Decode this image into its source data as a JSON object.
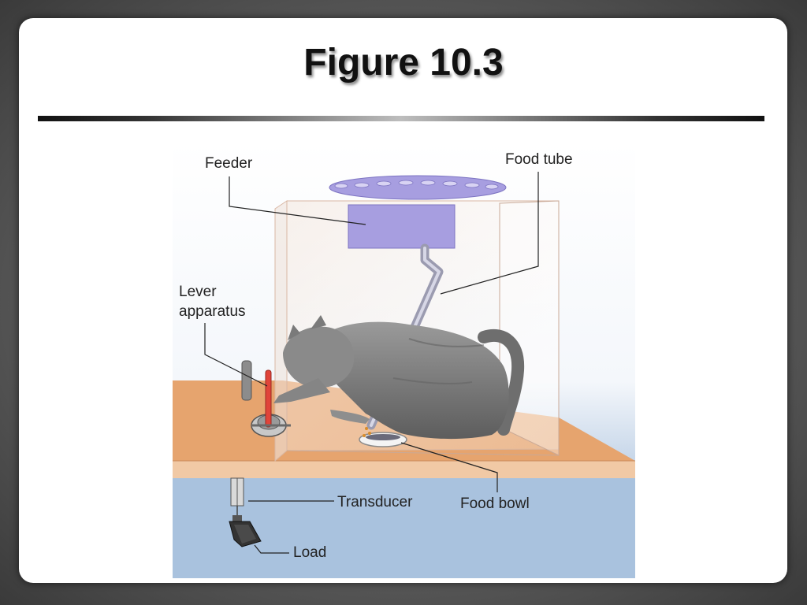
{
  "slide": {
    "title": "Figure 10.3"
  },
  "figure": {
    "labels": {
      "feeder": "Feeder",
      "food_tube": "Food tube",
      "lever_line1": "Lever",
      "lever_line2": "apparatus",
      "transducer": "Transducer",
      "food_bowl": "Food bowl",
      "load": "Load"
    },
    "colors": {
      "table": "#e6a46e",
      "floor_area": "#a9c2de",
      "feeder": "#a79ee0",
      "lever": "#e0443a",
      "cat": "#7d7d7d"
    }
  }
}
